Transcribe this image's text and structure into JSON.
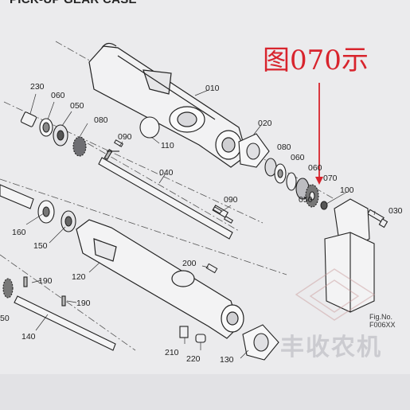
{
  "header": {
    "title": "PICK-UP GEAR CASE"
  },
  "annotation": {
    "text": "图070示",
    "color": "#d8242d"
  },
  "figure": {
    "line1": "Fig.No.",
    "line2": "F006XX"
  },
  "watermark": {
    "text": "丰收农机"
  },
  "callouts": {
    "p010": "010",
    "p020": "020",
    "p030": "030",
    "p040": "040",
    "p050a": "050",
    "p050b": "050",
    "p060a": "060",
    "p060b": "060",
    "p060c": "060",
    "p070": "070",
    "p080a": "080",
    "p080b": "080",
    "p090a": "090",
    "p090b": "090",
    "p100": "100",
    "p110": "110",
    "p120": "120",
    "p130": "130",
    "p140": "140",
    "p150": "150",
    "p160": "160",
    "p190a": "190",
    "p190b": "190",
    "p200": "200",
    "p210": "210",
    "p220": "220",
    "p230": "230",
    "p50": "50"
  }
}
